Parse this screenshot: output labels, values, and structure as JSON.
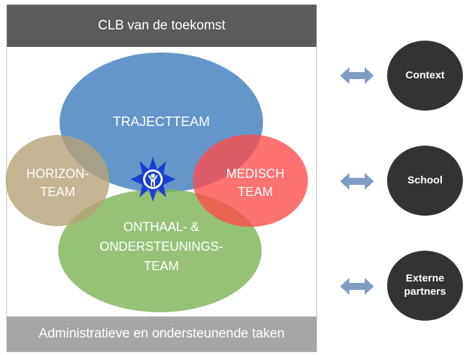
{
  "header": {
    "title": "CLB van de toekomst"
  },
  "footer": {
    "label": "Administratieve en ondersteunende taken"
  },
  "venn": {
    "trajectteam": "TRAJECTTEAM",
    "horizon_1": "HORIZON-",
    "horizon_2": "TEAM",
    "medisch_1": "MEDISCH",
    "medisch_2": "TEAM",
    "onthaal_1": "ONTHAAL- &",
    "onthaal_2": "ONDERSTEUNINGS-",
    "onthaal_3": "TEAM",
    "colors": {
      "trajectteam": "#4e87c2",
      "horizon": "#b5a377",
      "medisch": "#ff4a4a",
      "onthaal": "#7fb45a",
      "center_icon": "#1a3fd6"
    },
    "center_icon": "child-sun-icon"
  },
  "partners": [
    {
      "label": "Context"
    },
    {
      "label": "School"
    },
    {
      "label_1": "Externe",
      "label_2": "partners"
    }
  ],
  "arrow_color": "#7f9cc4"
}
